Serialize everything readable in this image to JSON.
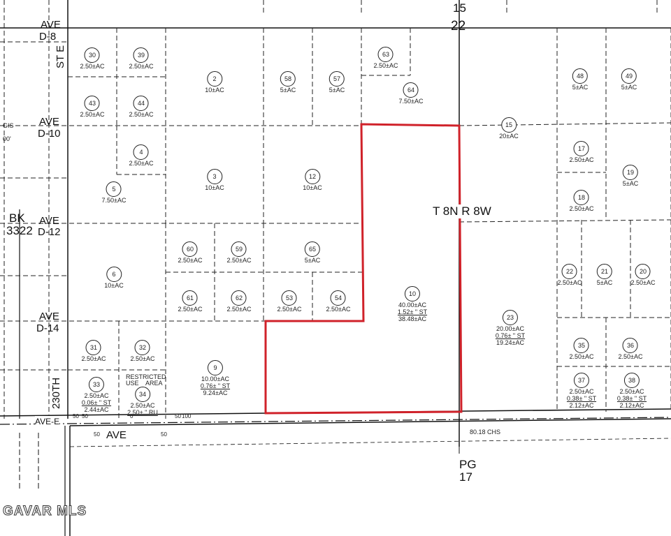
{
  "map": {
    "section_top": "15",
    "section_main": "22",
    "township_range": "T 8N  R 8W",
    "book": "BK",
    "book_number": "3322",
    "page_label": "PG",
    "page_number": "17",
    "chains_label": "80.18 CHS",
    "gis_label": "GIS",
    "gis_value": "00'",
    "watermark": "GAVAR MLS",
    "restricted_label": "RESTRICTED",
    "restricted_label2": "USE    AREA",
    "streets": {
      "ave_top": "AVE",
      "d8": "D-8",
      "st_e": "ST E",
      "ave_d10a": "AVE",
      "d10": "D-10",
      "ave_d12a": "AVE",
      "d12": "D-12",
      "ave_d14a": "AVE",
      "d14": "D-14",
      "street_230th": "230TH",
      "ave_e": "AVE-E",
      "ave_bottom": "AVE"
    },
    "dims": {
      "d50a": "50",
      "d50b": "50",
      "d0": "0",
      "d50c": "50",
      "d100": "100",
      "d50d": "50",
      "d50e": "50"
    },
    "parcels": [
      {
        "id": "30",
        "lines": [
          "2.50±AC"
        ]
      },
      {
        "id": "39",
        "lines": [
          "2.50±AC"
        ]
      },
      {
        "id": "43",
        "lines": [
          "2.50±AC"
        ]
      },
      {
        "id": "44",
        "lines": [
          "2.50±AC"
        ]
      },
      {
        "id": "4",
        "lines": [
          "2.50±AC"
        ]
      },
      {
        "id": "5",
        "lines": [
          "7.50±AC"
        ]
      },
      {
        "id": "2",
        "lines": [
          "10±AC"
        ]
      },
      {
        "id": "58",
        "lines": [
          "5±AC"
        ]
      },
      {
        "id": "57",
        "lines": [
          "5±AC"
        ]
      },
      {
        "id": "63",
        "lines": [
          "2.50±AC"
        ]
      },
      {
        "id": "64",
        "lines": [
          "7.50±AC"
        ]
      },
      {
        "id": "3",
        "lines": [
          "10±AC"
        ]
      },
      {
        "id": "12",
        "lines": [
          "10±AC"
        ]
      },
      {
        "id": "15",
        "lines": [
          "20±AC"
        ]
      },
      {
        "id": "48",
        "lines": [
          "5±AC"
        ]
      },
      {
        "id": "49",
        "lines": [
          "5±AC"
        ]
      },
      {
        "id": "17",
        "lines": [
          "2.50±AC"
        ]
      },
      {
        "id": "19",
        "lines": [
          "5±AC"
        ]
      },
      {
        "id": "18",
        "lines": [
          "2.50±AC"
        ]
      },
      {
        "id": "6",
        "lines": [
          "10±AC"
        ]
      },
      {
        "id": "60",
        "lines": [
          "2.50±AC"
        ]
      },
      {
        "id": "59",
        "lines": [
          "2.50±AC"
        ]
      },
      {
        "id": "65",
        "lines": [
          "5±AC"
        ]
      },
      {
        "id": "61",
        "lines": [
          "2.50±AC"
        ]
      },
      {
        "id": "62",
        "lines": [
          "2.50±AC"
        ]
      },
      {
        "id": "53",
        "lines": [
          "2.50±AC"
        ]
      },
      {
        "id": "54",
        "lines": [
          "2.50±AC"
        ]
      },
      {
        "id": "10",
        "lines": [
          "40.00±AC",
          "1.52± \" ST",
          "38.48±AC"
        ]
      },
      {
        "id": "22",
        "lines": [
          "2.50±AC"
        ]
      },
      {
        "id": "21",
        "lines": [
          "5±AC"
        ]
      },
      {
        "id": "20",
        "lines": [
          "2.50±AC"
        ]
      },
      {
        "id": "23",
        "lines": [
          "20.00±AC",
          "0.76± \" ST",
          "19.24±AC"
        ]
      },
      {
        "id": "31",
        "lines": [
          "2.50±AC"
        ]
      },
      {
        "id": "32",
        "lines": [
          "2.50±AC"
        ]
      },
      {
        "id": "9",
        "lines": [
          "10.00±AC",
          "0.76± \" ST",
          "9.24±AC"
        ]
      },
      {
        "id": "33",
        "lines": [
          "2.50±AC",
          "0.06± \" ST",
          "2.44±AC"
        ]
      },
      {
        "id": "34",
        "lines": [
          "2.50±AC",
          "2.50± \" RU"
        ]
      },
      {
        "id": "35",
        "lines": [
          "2.50±AC"
        ]
      },
      {
        "id": "36",
        "lines": [
          "2.50±AC"
        ]
      },
      {
        "id": "37",
        "lines": [
          "2.50±AC",
          "0.38± \" ST",
          "2.12±AC"
        ]
      },
      {
        "id": "38",
        "lines": [
          "2.50±AC",
          "0.38± \" ST",
          "2.12±AC"
        ]
      }
    ],
    "highlight_color": "#d0222a"
  }
}
